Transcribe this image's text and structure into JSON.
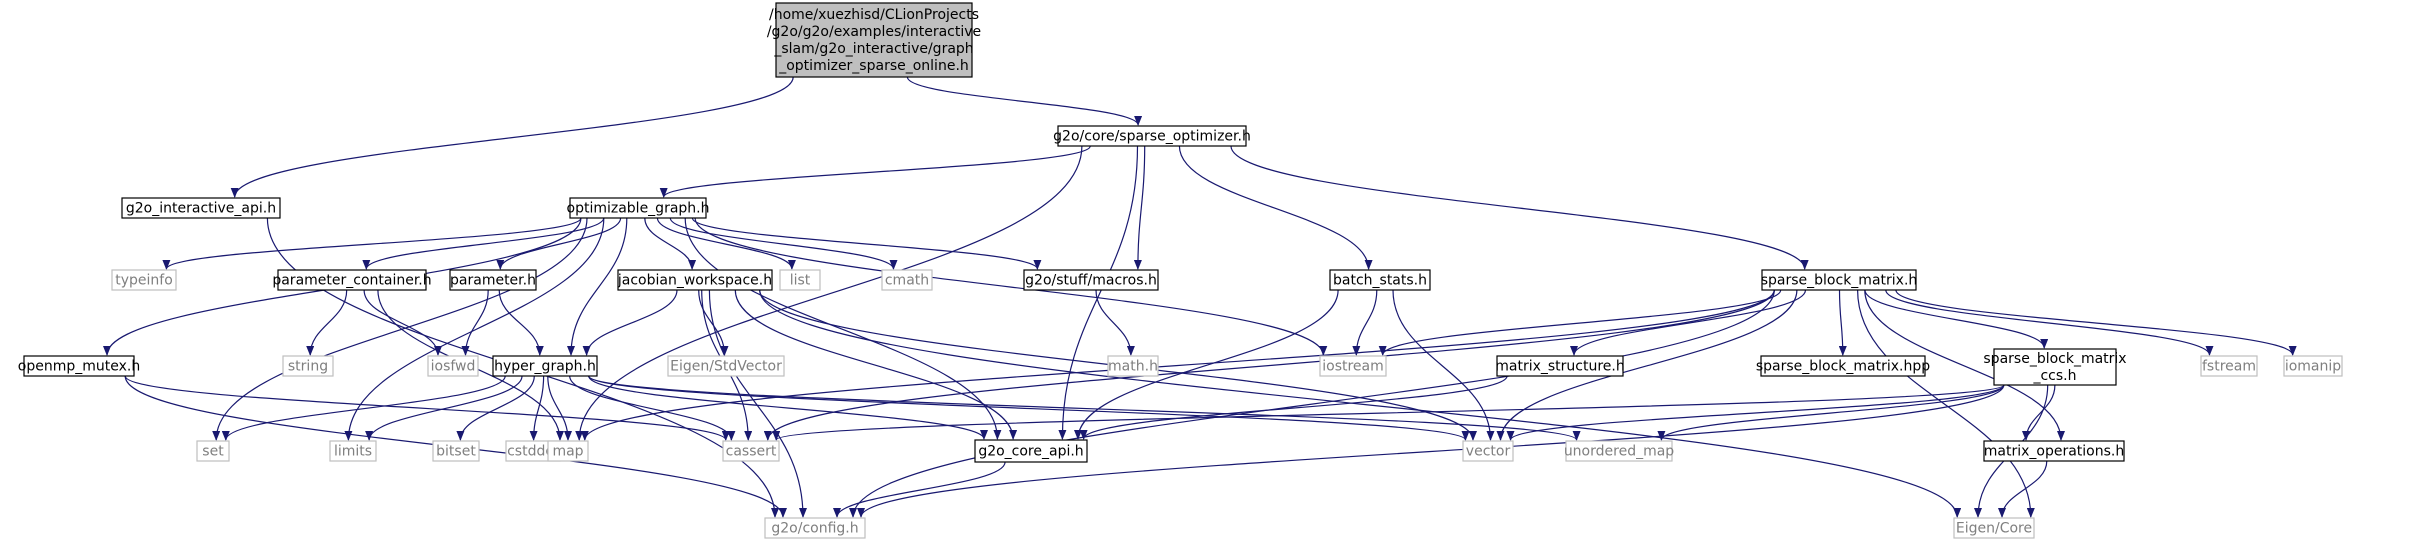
{
  "colors": {
    "edge": "#191970",
    "root_fill": "#bfbfbf",
    "node_fill": "#ffffff",
    "node_border": "#000000",
    "external_border": "#bfbfbf",
    "external_text": "#7f7f7f",
    "text": "#000000"
  },
  "nodes": {
    "root": {
      "lines": [
        "/home/xuezhisd/CLionProjects",
        "/g2o/g2o/examples/interactive",
        "_slam/g2o_interactive/graph",
        "_optimizer_sparse_online.h"
      ],
      "kind": "root"
    },
    "interactive_api": {
      "lines": [
        "g2o_interactive_api.h"
      ],
      "kind": "file"
    },
    "sparse_optimizer": {
      "lines": [
        "g2o/core/sparse_optimizer.h"
      ],
      "kind": "file"
    },
    "optimizable_graph": {
      "lines": [
        "optimizable_graph.h"
      ],
      "kind": "file"
    },
    "typeinfo": {
      "lines": [
        "typeinfo"
      ],
      "kind": "external"
    },
    "parameter_container": {
      "lines": [
        "parameter_container.h"
      ],
      "kind": "file"
    },
    "parameter": {
      "lines": [
        "parameter.h"
      ],
      "kind": "file"
    },
    "jacobian_workspace": {
      "lines": [
        "jacobian_workspace.h"
      ],
      "kind": "file"
    },
    "list": {
      "lines": [
        "list"
      ],
      "kind": "external"
    },
    "cmath": {
      "lines": [
        "cmath"
      ],
      "kind": "external"
    },
    "macros": {
      "lines": [
        "g2o/stuff/macros.h"
      ],
      "kind": "file"
    },
    "batch_stats": {
      "lines": [
        "batch_stats.h"
      ],
      "kind": "file"
    },
    "sparse_block_matrix": {
      "lines": [
        "sparse_block_matrix.h"
      ],
      "kind": "file"
    },
    "openmp_mutex": {
      "lines": [
        "openmp_mutex.h"
      ],
      "kind": "file"
    },
    "string": {
      "lines": [
        "string"
      ],
      "kind": "external"
    },
    "iosfwd": {
      "lines": [
        "iosfwd"
      ],
      "kind": "external"
    },
    "hyper_graph": {
      "lines": [
        "hyper_graph.h"
      ],
      "kind": "file"
    },
    "eigen_stdvector": {
      "lines": [
        "Eigen/StdVector"
      ],
      "kind": "external"
    },
    "math_h": {
      "lines": [
        "math.h"
      ],
      "kind": "external"
    },
    "iostream": {
      "lines": [
        "iostream"
      ],
      "kind": "external"
    },
    "matrix_structure": {
      "lines": [
        "matrix_structure.h"
      ],
      "kind": "file"
    },
    "sparse_block_matrix_hpp": {
      "lines": [
        "sparse_block_matrix.hpp"
      ],
      "kind": "file"
    },
    "sparse_block_matrix_ccs": {
      "lines": [
        "sparse_block_matrix",
        "_ccs.h"
      ],
      "kind": "file"
    },
    "fstream": {
      "lines": [
        "fstream"
      ],
      "kind": "external"
    },
    "iomanip": {
      "lines": [
        "iomanip"
      ],
      "kind": "external"
    },
    "set": {
      "lines": [
        "set"
      ],
      "kind": "external"
    },
    "limits": {
      "lines": [
        "limits"
      ],
      "kind": "external"
    },
    "bitset": {
      "lines": [
        "bitset"
      ],
      "kind": "external"
    },
    "cstddef": {
      "lines": [
        "cstddef"
      ],
      "kind": "external"
    },
    "map": {
      "lines": [
        "map"
      ],
      "kind": "external"
    },
    "cassert": {
      "lines": [
        "cassert"
      ],
      "kind": "external"
    },
    "core_api": {
      "lines": [
        "g2o_core_api.h"
      ],
      "kind": "file"
    },
    "vector": {
      "lines": [
        "vector"
      ],
      "kind": "external"
    },
    "unordered_map": {
      "lines": [
        "unordered_map"
      ],
      "kind": "external"
    },
    "matrix_operations": {
      "lines": [
        "matrix_operations.h"
      ],
      "kind": "file"
    },
    "config": {
      "lines": [
        "g2o/config.h"
      ],
      "kind": "external"
    },
    "eigen_core": {
      "lines": [
        "Eigen/Core"
      ],
      "kind": "external"
    }
  },
  "edges": [
    [
      "root",
      "interactive_api"
    ],
    [
      "root",
      "sparse_optimizer"
    ],
    [
      "interactive_api",
      "config"
    ],
    [
      "sparse_optimizer",
      "optimizable_graph"
    ],
    [
      "sparse_optimizer",
      "macros"
    ],
    [
      "sparse_optimizer",
      "batch_stats"
    ],
    [
      "sparse_optimizer",
      "sparse_block_matrix"
    ],
    [
      "sparse_optimizer",
      "map"
    ],
    [
      "sparse_optimizer",
      "core_api"
    ],
    [
      "optimizable_graph",
      "openmp_mutex"
    ],
    [
      "optimizable_graph",
      "typeinfo"
    ],
    [
      "optimizable_graph",
      "set"
    ],
    [
      "optimizable_graph",
      "limits"
    ],
    [
      "optimizable_graph",
      "parameter_container"
    ],
    [
      "optimizable_graph",
      "parameter"
    ],
    [
      "optimizable_graph",
      "hyper_graph"
    ],
    [
      "optimizable_graph",
      "jacobian_workspace"
    ],
    [
      "optimizable_graph",
      "list"
    ],
    [
      "optimizable_graph",
      "cmath"
    ],
    [
      "optimizable_graph",
      "macros"
    ],
    [
      "optimizable_graph",
      "iostream"
    ],
    [
      "optimizable_graph",
      "core_api"
    ],
    [
      "openmp_mutex",
      "config"
    ],
    [
      "openmp_mutex",
      "cassert"
    ],
    [
      "parameter_container",
      "string"
    ],
    [
      "parameter_container",
      "iosfwd"
    ],
    [
      "parameter_container",
      "map"
    ],
    [
      "parameter",
      "iosfwd"
    ],
    [
      "parameter",
      "hyper_graph"
    ],
    [
      "jacobian_workspace",
      "eigen_stdvector"
    ],
    [
      "jacobian_workspace",
      "hyper_graph"
    ],
    [
      "jacobian_workspace",
      "cassert"
    ],
    [
      "jacobian_workspace",
      "core_api"
    ],
    [
      "jacobian_workspace",
      "config"
    ],
    [
      "jacobian_workspace",
      "vector"
    ],
    [
      "jacobian_workspace",
      "eigen_core"
    ],
    [
      "macros",
      "math_h"
    ],
    [
      "batch_stats",
      "iostream"
    ],
    [
      "batch_stats",
      "vector"
    ],
    [
      "batch_stats",
      "core_api"
    ],
    [
      "hyper_graph",
      "set"
    ],
    [
      "hyper_graph",
      "limits"
    ],
    [
      "hyper_graph",
      "bitset"
    ],
    [
      "hyper_graph",
      "cstddef"
    ],
    [
      "hyper_graph",
      "map"
    ],
    [
      "hyper_graph",
      "cassert"
    ],
    [
      "hyper_graph",
      "core_api"
    ],
    [
      "hyper_graph",
      "vector"
    ],
    [
      "hyper_graph",
      "unordered_map"
    ],
    [
      "sparse_block_matrix",
      "iostream"
    ],
    [
      "sparse_block_matrix",
      "map"
    ],
    [
      "sparse_block_matrix",
      "cassert"
    ],
    [
      "sparse_block_matrix",
      "matrix_structure"
    ],
    [
      "sparse_block_matrix",
      "sparse_block_matrix_hpp"
    ],
    [
      "sparse_block_matrix",
      "sparse_block_matrix_ccs"
    ],
    [
      "sparse_block_matrix",
      "fstream"
    ],
    [
      "sparse_block_matrix",
      "iomanip"
    ],
    [
      "sparse_block_matrix",
      "config"
    ],
    [
      "sparse_block_matrix",
      "vector"
    ],
    [
      "sparse_block_matrix",
      "matrix_operations"
    ],
    [
      "sparse_block_matrix",
      "eigen_core"
    ],
    [
      "matrix_structure",
      "core_api"
    ],
    [
      "sparse_block_matrix_ccs",
      "cassert"
    ],
    [
      "sparse_block_matrix_ccs",
      "vector"
    ],
    [
      "sparse_block_matrix_ccs",
      "unordered_map"
    ],
    [
      "sparse_block_matrix_ccs",
      "config"
    ],
    [
      "sparse_block_matrix_ccs",
      "matrix_operations"
    ],
    [
      "sparse_block_matrix_ccs",
      "eigen_core"
    ],
    [
      "matrix_operations",
      "eigen_core"
    ],
    [
      "core_api",
      "config"
    ]
  ]
}
